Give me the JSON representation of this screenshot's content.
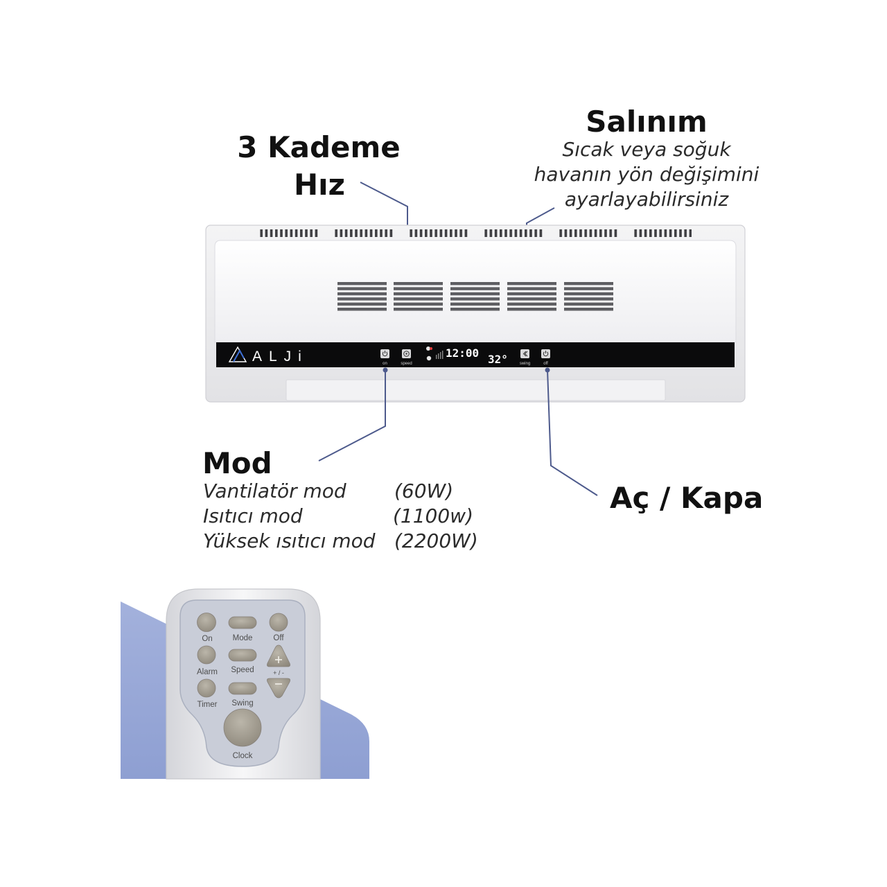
{
  "callouts": {
    "speed": {
      "title_line1": "3 Kademe",
      "title_line2": "Hız"
    },
    "swing": {
      "title": "Salınım",
      "description": [
        "Sıcak veya soğuk",
        "havanın yön değişimini",
        "ayarlayabilirsiniz"
      ]
    },
    "mode": {
      "title": "Mod",
      "modes": [
        {
          "name": "Vantilatör mod",
          "power": "(60W)"
        },
        {
          "name": "Isıtıcı mod",
          "power": "(1100w)"
        },
        {
          "name": "Yüksek ısıtıcı mod",
          "power": "(2200W)"
        }
      ]
    },
    "power": {
      "title": "Aç / Kapa"
    }
  },
  "heater": {
    "logo_text": "ALJi",
    "buttons": {
      "on": "on",
      "speed": "speed",
      "swing": "swing",
      "off": "off"
    },
    "icons": {
      "on": "power-icon",
      "speed": "fan-icon",
      "swing": "swing-icon",
      "off": "power-icon"
    },
    "display": {
      "time": "12:00",
      "temperature": "32°"
    }
  },
  "remote": {
    "buttons": {
      "on": "On",
      "mode": "Mode",
      "off": "Off",
      "alarm": "Alarm",
      "speed": "Speed",
      "plus_minus": "+ / -",
      "timer": "Timer",
      "swing": "Swing",
      "clock": "Clock"
    },
    "icons": {
      "up": "triangle-up-icon",
      "down": "triangle-down-icon"
    }
  },
  "colors": {
    "callout_line": "#4d5a8c",
    "control_strip": "#0b0b0c",
    "remote_backdrop": "#9aaad8",
    "remote_buttons": "#a39e92",
    "logo_accent": "#3d6fd6"
  }
}
